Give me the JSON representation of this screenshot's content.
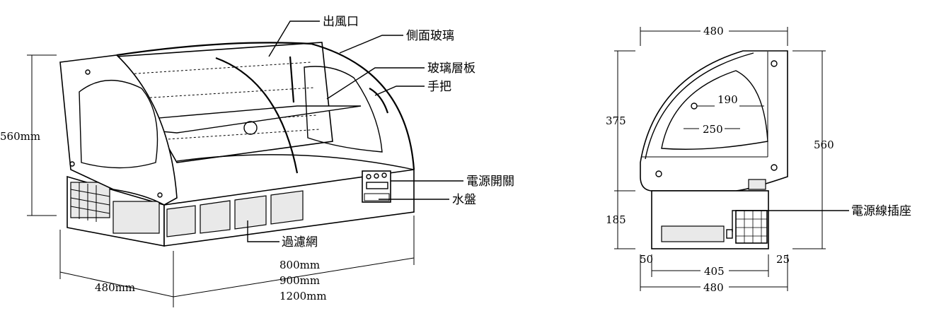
{
  "labels": {
    "air_outlet": "出風口",
    "side_glass": "側面玻璃",
    "glass_shelf": "玻璃層板",
    "handle": "手把",
    "power_switch": "電源開關",
    "water_tray": "水盤",
    "filter_mesh": "過濾網",
    "power_socket": "電源線插座"
  },
  "dimensions_3d": {
    "height": "560mm",
    "depth": "480mm",
    "width_1": "800mm",
    "width_2": "900mm",
    "width_3": "1200mm"
  },
  "dimensions_side": {
    "top_width": "480",
    "upper_height": "375",
    "lower_height": "185",
    "total_height": "560",
    "inner_190": "190",
    "inner_250": "250",
    "left_offset": "50",
    "base_405": "405",
    "right_offset": "25",
    "bottom_width": "480"
  }
}
